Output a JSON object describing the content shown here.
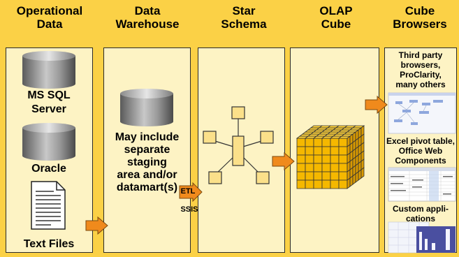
{
  "columns": [
    {
      "title_line1": "Operational",
      "title_line2": "Data"
    },
    {
      "title_line1": "Data",
      "title_line2": "Warehouse"
    },
    {
      "title_line1": "Star",
      "title_line2": "Schema"
    },
    {
      "title_line1": "OLAP",
      "title_line2": "Cube"
    },
    {
      "title_line1": "Cube",
      "title_line2": "Browsers"
    }
  ],
  "operational": {
    "db1_line1": "MS SQL",
    "db1_line2": "Server",
    "db2": "Oracle",
    "files": "Text Files"
  },
  "warehouse": {
    "lines": [
      "May include",
      "separate",
      "staging",
      "area and/or",
      "datamart(s)"
    ]
  },
  "etl": {
    "label": "ETL",
    "sub": "SSIS"
  },
  "browsers": {
    "item1": [
      "Third party",
      "browsers,",
      "ProClarity,",
      "many others"
    ],
    "item2": [
      "Excel pivot table,",
      "Office Web",
      "Components"
    ],
    "item3": [
      "Custom appli-",
      "cations"
    ]
  },
  "colors": {
    "background": "#fbd146",
    "panel": "#fdf3c4",
    "arrow": "#f08a1c",
    "cube": "#f5b800",
    "schema_box": "#fbe08a"
  }
}
